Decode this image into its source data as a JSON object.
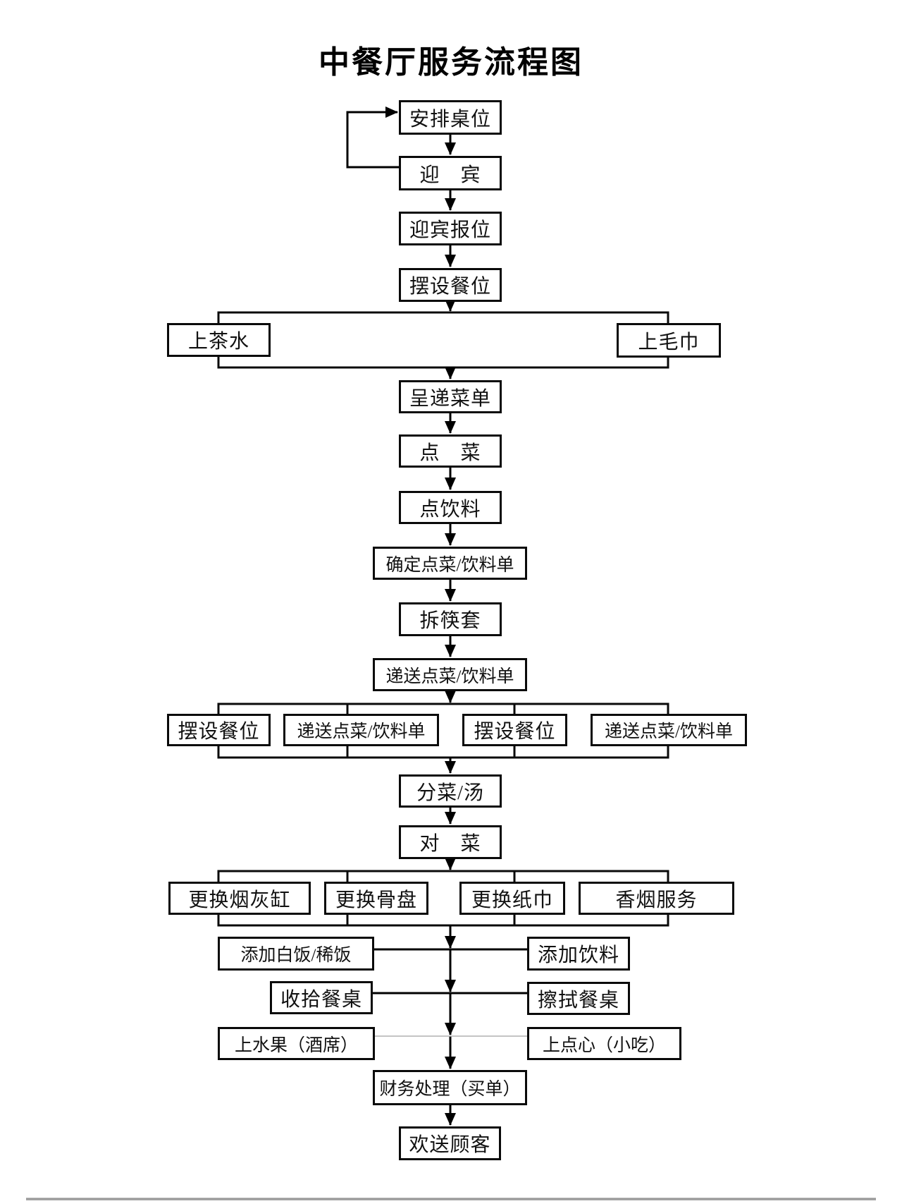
{
  "title": "中餐厅服务流程图",
  "colors": {
    "line": "#000000",
    "light_connector": "#b0b0b0",
    "bottom_divider": "#9b9b9b"
  },
  "nodes": {
    "arrange_table": {
      "label": "安排桌位"
    },
    "greet_guest": {
      "label": "迎　宾"
    },
    "greet_report": {
      "label": "迎宾报位"
    },
    "set_table": {
      "label": "摆设餐位"
    },
    "serve_tea": {
      "label": "上茶水"
    },
    "serve_towel": {
      "label": "上毛巾"
    },
    "present_menu": {
      "label": "呈递菜单"
    },
    "order_dishes": {
      "label": "点　菜"
    },
    "order_drinks": {
      "label": "点饮料"
    },
    "confirm_order": {
      "label": "确定点菜/饮料单"
    },
    "open_chopsticks": {
      "label": "拆筷套"
    },
    "deliver_order": {
      "label": "递送点菜/饮料单"
    },
    "row2_set_table_1": {
      "label": "摆设餐位"
    },
    "row2_deliver_1": {
      "label": "递送点菜/饮料单"
    },
    "row2_set_table_2": {
      "label": "摆设餐位"
    },
    "row2_deliver_2": {
      "label": "递送点菜/饮料单"
    },
    "divide_dishes": {
      "label": "分菜/汤"
    },
    "check_dishes": {
      "label": "对　菜"
    },
    "change_ashtray": {
      "label": "更换烟灰缸"
    },
    "change_bone_plate": {
      "label": "更换骨盘"
    },
    "change_napkin": {
      "label": "更换纸巾"
    },
    "cigarette_service": {
      "label": "香烟服务"
    },
    "add_rice": {
      "label": "添加白饭/稀饭"
    },
    "add_drinks": {
      "label": "添加饮料"
    },
    "clear_table": {
      "label": "收拾餐桌"
    },
    "wipe_table": {
      "label": "擦拭餐桌"
    },
    "serve_fruit": {
      "label": "上水果（酒席）"
    },
    "serve_dessert": {
      "label": "上点心（小吃）"
    },
    "billing": {
      "label": "财务处理（买单）"
    },
    "farewell": {
      "label": "欢送顾客"
    }
  }
}
